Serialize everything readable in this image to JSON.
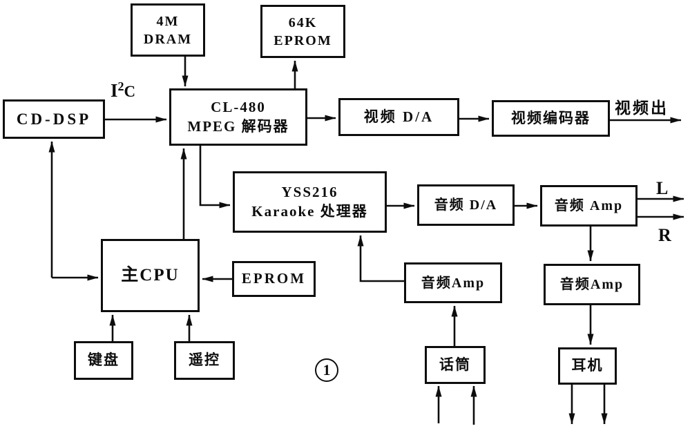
{
  "figure": {
    "background_color": "#ffffff",
    "line_color": "#0d0d0d",
    "figure_number": "1"
  },
  "nodes": {
    "dram": {
      "line1": "4M",
      "line2": "DRAM"
    },
    "eprom_64k": {
      "line1": "64K",
      "line2": "EPROM"
    },
    "cd_dsp": {
      "label": "CD-DSP"
    },
    "cl480": {
      "line1": "CL-480",
      "line2": "MPEG 解码器"
    },
    "video_da": {
      "label": "视频 D/A"
    },
    "video_encoder": {
      "label": "视频编码器"
    },
    "yss216": {
      "line1": "YSS216",
      "line2": "Karaoke 处理器"
    },
    "audio_da": {
      "label": "音频 D/A"
    },
    "audio_amp_lr": {
      "label": "音频 Amp"
    },
    "main_cpu": {
      "label": "主CPU"
    },
    "eprom": {
      "label": "EPROM"
    },
    "mic_amp": {
      "label": "音频Amp"
    },
    "headphone_amp": {
      "label": "音频Amp"
    },
    "keyboard": {
      "label": "键盘"
    },
    "remote": {
      "label": "遥控"
    },
    "microphone": {
      "label": "话筒"
    },
    "headphone": {
      "label": "耳机"
    }
  },
  "labels": {
    "i2c": {
      "base": "I",
      "sup": "2",
      "rest": "C"
    },
    "video_out": "视频出",
    "left_channel": "L",
    "right_channel": "R"
  }
}
